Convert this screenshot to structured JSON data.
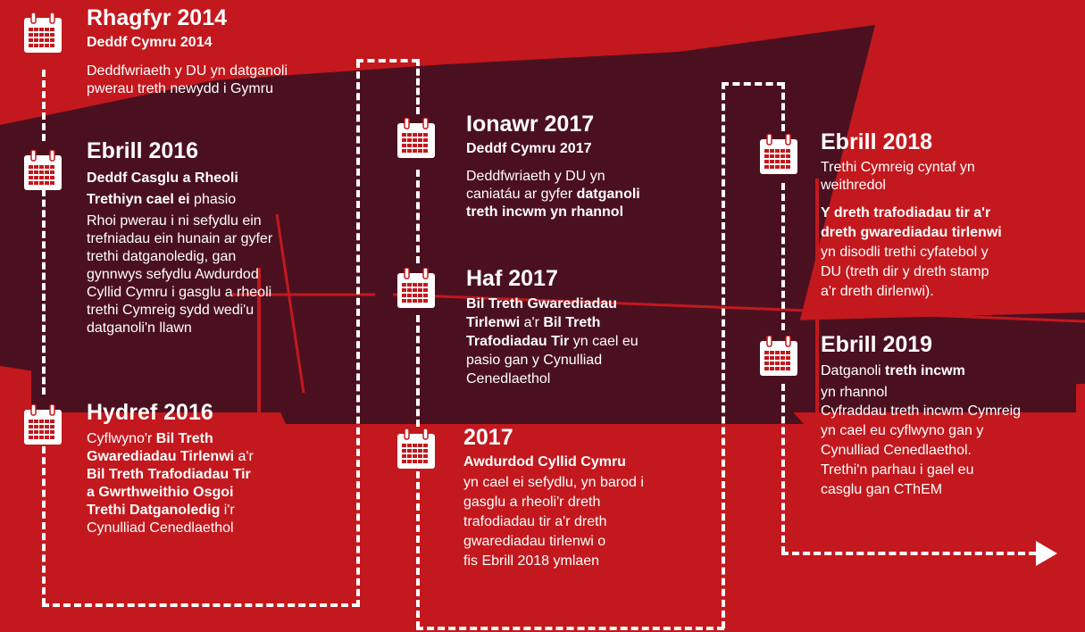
{
  "colors": {
    "background": "#c3181d",
    "silhouette": "#4b1020",
    "text": "#ffffff"
  },
  "icon": "calendar-icon",
  "timeline": [
    {
      "date": "Rhagfyr 2014",
      "heading": "Deddf Cymru 2014",
      "lines": [
        "Deddfwriaeth y DU yn datganoli",
        "pwerau treth newydd i Gymru"
      ]
    },
    {
      "date": "Ebrill 2016",
      "heading": "Deddf Casglu a Rheoli",
      "heading_line2_bold": "Trethiyn cael ei",
      "heading_line2_rest": " phasio",
      "lines": [
        "Rhoi pwerau i ni sefydlu ein",
        "trefniadau ein hunain ar gyfer",
        "trethi datganoledig,  gan",
        "gynnwys sefydlu Awdurdod",
        "Cyllid Cymru  i gasglu a rheoli",
        "trethi Cymreig sydd wedi'u",
        "datganoli'n llawn"
      ]
    },
    {
      "date": "Hydref 2016",
      "p1": "Cyflwyno'r ",
      "b1": "Bil Treth",
      "b2": "Gwarediadau Tirlenwi",
      "p2": " a'r",
      "b3": "Bil Treth Trafodiadau Tir",
      "b4": "a Gwrthweithio Osgoi",
      "b5": "Trethi Datganoledig",
      "p3": "  i'r",
      "p4": "Cynulliad Cenedlaethol"
    },
    {
      "date": "Ionawr 2017",
      "heading": "Deddf Cymru 2017",
      "l1": "Deddfwriaeth y DU yn",
      "l2": "caniatáu ar gyfer  ",
      "b1": "datganoli",
      "b2": "treth incwm yn rhannol"
    },
    {
      "date": "Haf 2017",
      "b1": "Bil Treth Gwarediadau",
      "b2": "Tirlenwi",
      "p1": " a'r ",
      "b3": "Bil Treth",
      "b4": "Trafodiadau Tir",
      "p2": " yn cael eu",
      "l1": "pasio gan y Cynulliad",
      "l2": "Cenedlaethol"
    },
    {
      "date": "2017",
      "heading": "Awdurdod Cyllid Cymru",
      "lines": [
        "yn cael ei sefydlu, yn barod i",
        "gasglu a rheoli'r dreth",
        "trafodiadau tir a'r dreth",
        "gwarediadau tirlenwi o",
        "fis Ebrill 2018 ymlaen"
      ]
    },
    {
      "date": "Ebrill 2018",
      "l1": "Trethi Cymreig cyntaf yn",
      "l2": "weithredol",
      "b1": "Y dreth trafodiadau tir a'r",
      "b2": "dreth gwarediadau tirlenwi",
      "lines": [
        "yn disodli trethi cyfatebol y",
        "DU (treth dir y dreth stamp",
        "a'r dreth dirlenwi)."
      ]
    },
    {
      "date": "Ebrill 2019",
      "p1": "Datganoli ",
      "b1": "treth incwm",
      "l2": "yn rhannol",
      "lines": [
        "Cyfraddau treth incwm Cymreig",
        "yn cael eu cyflwyno gan y",
        "Cynulliad Cenedlaethol.",
        "Trethi'n parhau i gael eu",
        "casglu gan CThEM"
      ]
    }
  ]
}
